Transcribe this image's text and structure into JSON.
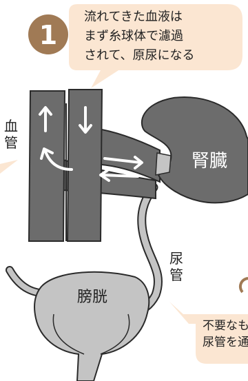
{
  "step1": {
    "badge_number": "1",
    "line1": "流れてきた血液は",
    "line2": "まず糸球体で濾過",
    "line3": "されて、原尿になる"
  },
  "labels": {
    "blood_vessel_1": "血",
    "blood_vessel_2": "管",
    "kidney": "腎臓",
    "ureter_1": "尿",
    "ureter_2": "管",
    "bladder": "膀胱"
  },
  "step3_partial": {
    "line1": "不要なも",
    "line2": "尿管を通"
  },
  "colors": {
    "organ_dark": "#6c6c6c",
    "organ_light": "#c4c4c4",
    "outline": "#2a2a2a",
    "callout_bg": "#fbe6d2",
    "badge": "#a07a55",
    "arrow": "#ffffff"
  }
}
